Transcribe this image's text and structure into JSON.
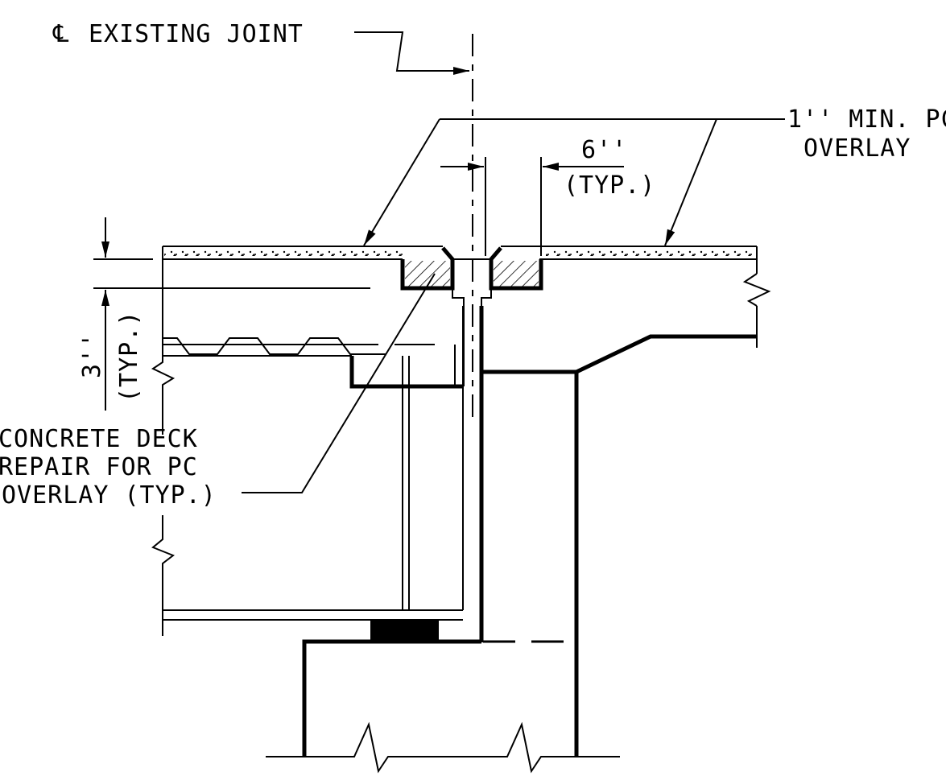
{
  "labels": {
    "centerline_symbol": "℄",
    "existing_joint": "EXISTING JOINT",
    "overlay_line1": "1'' MIN. PC",
    "overlay_line2": "OVERLAY",
    "six_inch": "6''",
    "typ_6": "(TYP.)",
    "three_inch": "3''",
    "typ_3": "(TYP.)",
    "repair_line1": "CONCRETE DECK",
    "repair_line2": "REPAIR FOR PC",
    "repair_line3": "OVERLAY (TYP.)"
  },
  "colors": {
    "ink": "#000000",
    "background": "#ffffff"
  }
}
